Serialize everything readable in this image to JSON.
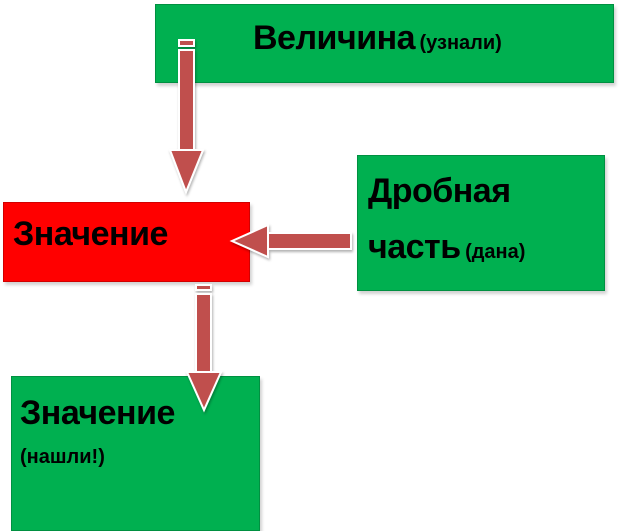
{
  "boxes": {
    "top": {
      "main": "Величина",
      "note": "(узнали)"
    },
    "right": {
      "line1": "Дробная",
      "line2_main": "часть",
      "line2_note": "(дана)"
    },
    "left": {
      "main": "Значение"
    },
    "bottom": {
      "main": "Значение",
      "note": "(нашли!)"
    }
  },
  "colors": {
    "box_green": "#00b050",
    "box_red": "#ff0000",
    "arrow_fill": "#c0504d"
  }
}
